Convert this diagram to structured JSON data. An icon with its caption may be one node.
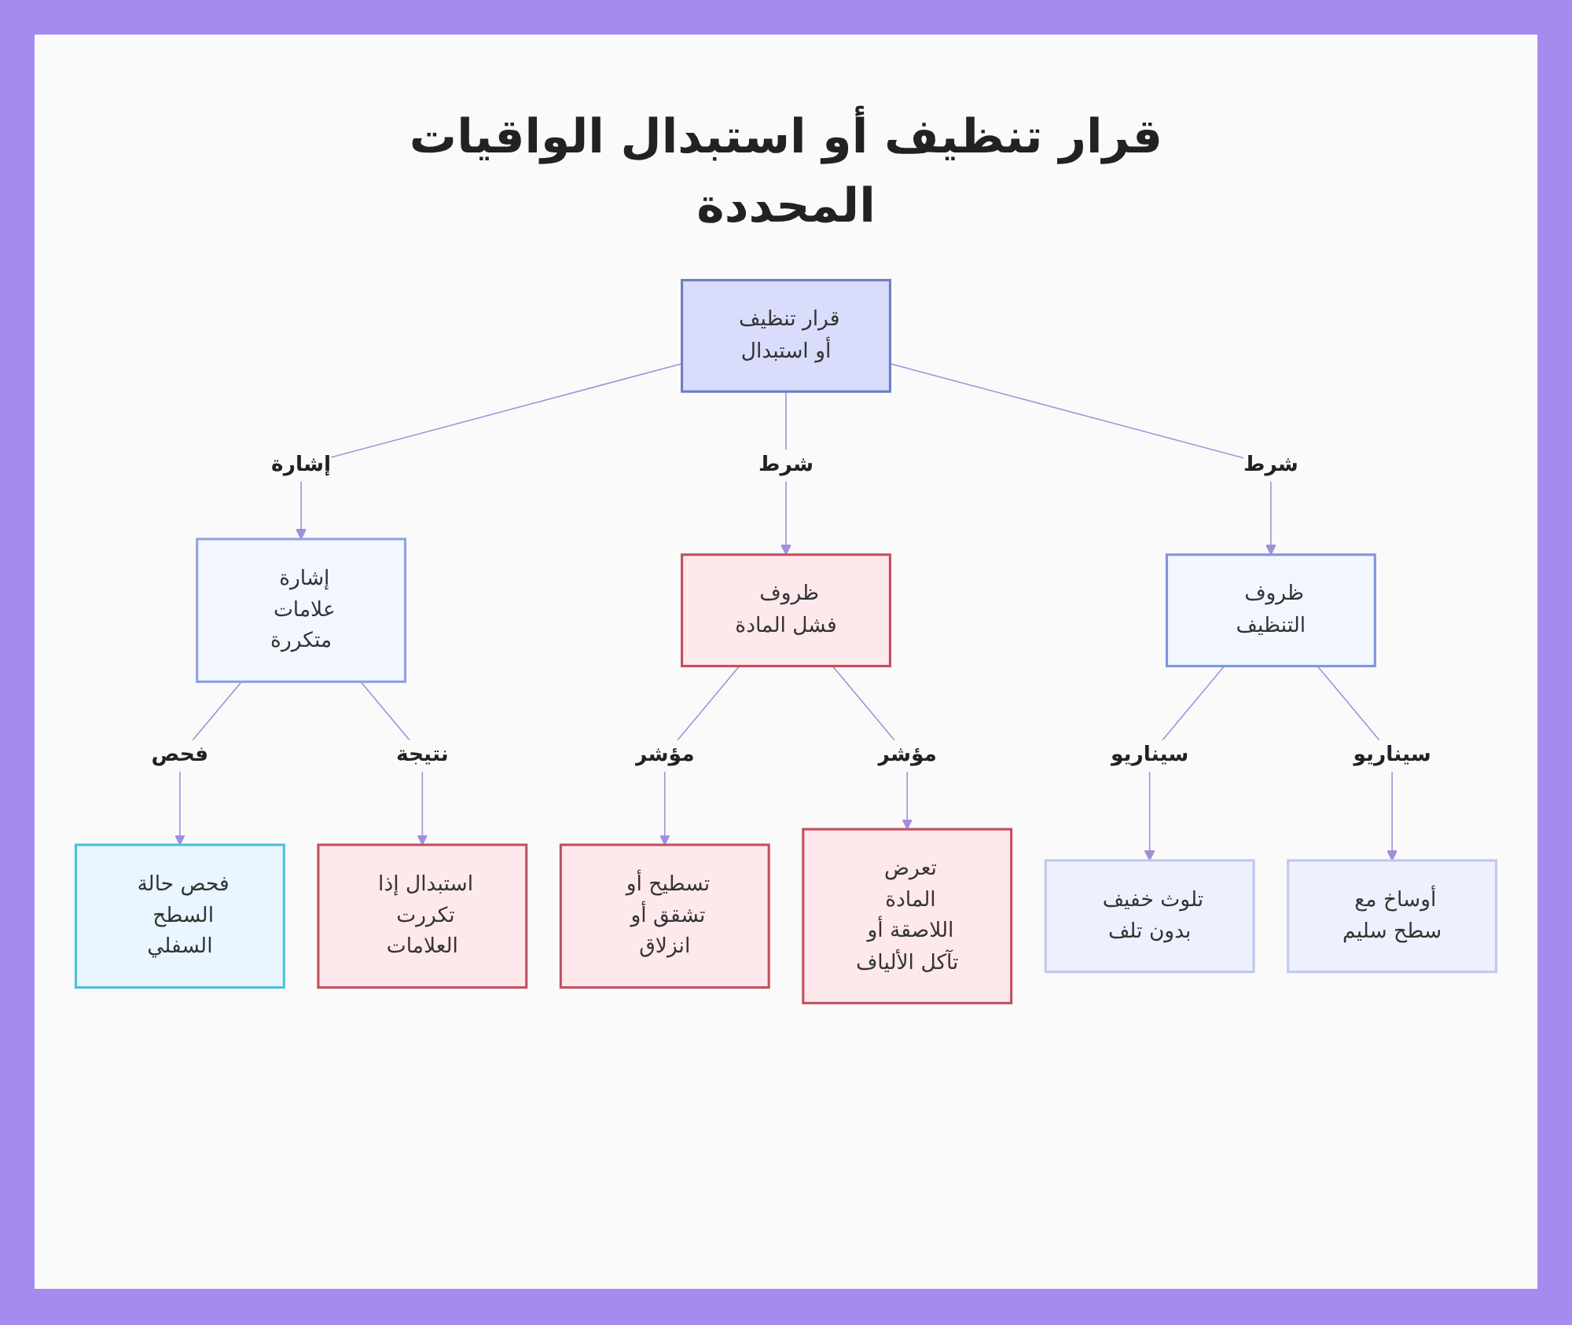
{
  "diagram": {
    "title": "قرار تنظيف أو استبدال الواقيات المحددة",
    "nodes": [
      {
        "text": [
          "قرار تنظيف أو استبدال"
        ]
      },
      {
        "text": [
          "إشارة علامات متكررة"
        ]
      },
      {
        "text": [
          "ظروف فشل المادة"
        ]
      },
      {
        "text": [
          "ظروف التنظيف"
        ]
      },
      {
        "text": [
          "فحص حالة السطح السفلي"
        ]
      },
      {
        "text": [
          "استبدال إذا تكررت العلامات"
        ]
      },
      {
        "text": [
          "تسطيح أو تشقق أو انزلاق"
        ]
      },
      {
        "text": [
          "تعرض المادة اللاصقة أو تآكل الألياف"
        ]
      },
      {
        "text": [
          "تلوث خفيف بدون تلف"
        ]
      },
      {
        "text": [
          "أوساخ مع سطح سليم"
        ]
      }
    ],
    "edges": [
      {
        "from": 0,
        "to": 1,
        "arrow": "to",
        "label": "إشارة"
      },
      {
        "from": 0,
        "to": 2,
        "arrow": "to",
        "label": "شرط"
      },
      {
        "from": 0,
        "to": 3,
        "arrow": "to",
        "label": "شرط"
      },
      {
        "from": 1,
        "to": 4,
        "arrow": "to",
        "label": "فحص"
      },
      {
        "from": 1,
        "to": 5,
        "arrow": "to",
        "label": "نتيجة"
      },
      {
        "from": 2,
        "to": 6,
        "arrow": "to",
        "label": "مؤشر"
      },
      {
        "from": 2,
        "to": 7,
        "arrow": "to",
        "label": "مؤشر"
      },
      {
        "from": 3,
        "to": 8,
        "arrow": "to",
        "label": "سيناريو"
      },
      {
        "from": 3,
        "to": 9,
        "arrow": "to",
        "label": "سيناريو"
      }
    ]
  }
}
